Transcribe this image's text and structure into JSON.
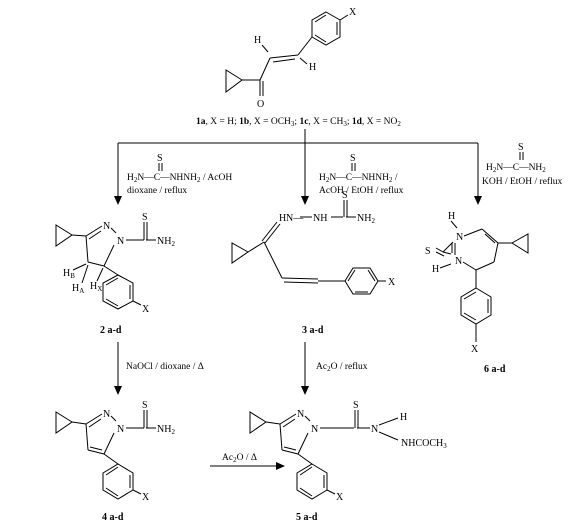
{
  "caption_1": {
    "part1": "1a",
    "part2": ", X = H; ",
    "part3": "1b",
    "part4": ", X = OCH",
    "part5": "3",
    "part6": "; ",
    "part7": "1c",
    "part8": ", X = CH",
    "part9": "3",
    "part10": "; ",
    "part11": "1d",
    "part12": ", X = NO",
    "part13": "2"
  },
  "reagent_left": {
    "formula_a": "H",
    "formula_a_sub": "2",
    "formula_b": "N—C—NHNH",
    "formula_b_sub": "2",
    "formula_c": " / AcOH",
    "line2": "dioxane / reflux"
  },
  "reagent_mid": {
    "formula_a": "H",
    "formula_a_sub": "2",
    "formula_b": "N—C—NHNH",
    "formula_b_sub": "2",
    "formula_c": " /",
    "line2": "AcOH / EtOH / reflux"
  },
  "reagent_right": {
    "formula_a": "H",
    "formula_a_sub": "2",
    "formula_b": "N—C—NH",
    "formula_b_sub": "2",
    "line2": "KOH / EtOH / reflux"
  },
  "reagent_2_to_4": "NaOCl / dioxane / Δ",
  "reagent_3_to_5": {
    "a": "Ac",
    "a_sub": "2",
    "b": "O / reflux"
  },
  "reagent_4_to_5": {
    "a": "Ac",
    "a_sub": "2",
    "b": "O / Δ"
  },
  "labels": {
    "c2": "2 a-d",
    "c3": "3 a-d",
    "c4": "4 a-d",
    "c5": "5 a-d",
    "c6": "6 a-d"
  },
  "atoms": {
    "H": "H",
    "O": "O",
    "S": "S",
    "N": "N",
    "X": "X",
    "NH": "NH",
    "NH2": "NH",
    "sub2": "2",
    "HA": "H",
    "HA_sub": "A",
    "HB": "H",
    "HB_sub": "B",
    "HX": "H",
    "HX_sub": "X",
    "HN": "H",
    "HN_hyph": "N—",
    "COCH3": "COCH",
    "sub3": "3",
    "dash_C": "—C—",
    "dash_N": "—N"
  }
}
